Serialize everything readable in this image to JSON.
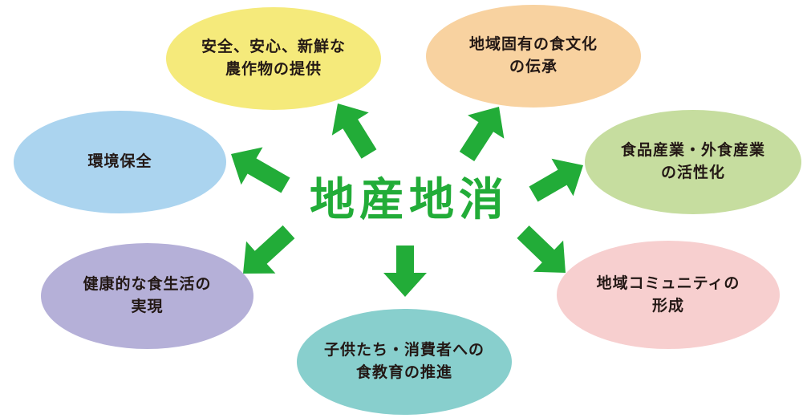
{
  "diagram": {
    "title": "地産地消",
    "accent_color": "#22ac38",
    "text_color": "#231815",
    "benefits": [
      {
        "id": "safe",
        "lines": [
          "安全、安心、新鮮な",
          "農作物の提供"
        ],
        "color": "#f5ea7b",
        "direction": "up-left"
      },
      {
        "id": "culture",
        "lines": [
          "地域固有の食文化",
          "の伝承"
        ],
        "color": "#f8d2a0",
        "direction": "up-right"
      },
      {
        "id": "env",
        "lines": [
          "環境保全"
        ],
        "color": "#abd4ef",
        "direction": "left"
      },
      {
        "id": "food",
        "lines": [
          "食品産業・外食産業",
          "の活性化"
        ],
        "color": "#c6dd9f",
        "direction": "right"
      },
      {
        "id": "health",
        "lines": [
          "健康的な食生活の",
          "実現"
        ],
        "color": "#b5b0d8",
        "direction": "down-left"
      },
      {
        "id": "comm",
        "lines": [
          "地域コミュニティの",
          "形成"
        ],
        "color": "#f7cfcf",
        "direction": "down-right"
      },
      {
        "id": "edu",
        "lines": [
          "子供たち・消費者への",
          "食教育の推進"
        ],
        "color": "#88cfcd",
        "direction": "down"
      }
    ]
  }
}
